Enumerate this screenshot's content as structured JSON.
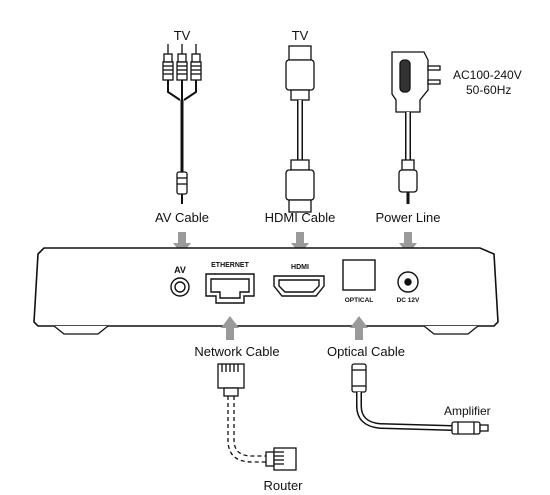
{
  "labels": {
    "tv_av": "TV",
    "tv_hdmi": "TV",
    "power_spec_line1": "AC100-240V",
    "power_spec_line2": "50-60Hz",
    "av_cable": "AV Cable",
    "hdmi_cable": "HDMI Cable",
    "power_line": "Power Line",
    "network_cable": "Network Cable",
    "optical_cable": "Optical Cable",
    "amplifier": "Amplifier",
    "router": "Router"
  },
  "ports": {
    "av": "AV",
    "ethernet": "ETHERNET",
    "hdmi": "HDMI",
    "optical": "OPTICAL",
    "dc": "DC 12V"
  },
  "colors": {
    "line": "#111111",
    "arrow": "#9a9a9a",
    "fill": "#ffffff"
  }
}
